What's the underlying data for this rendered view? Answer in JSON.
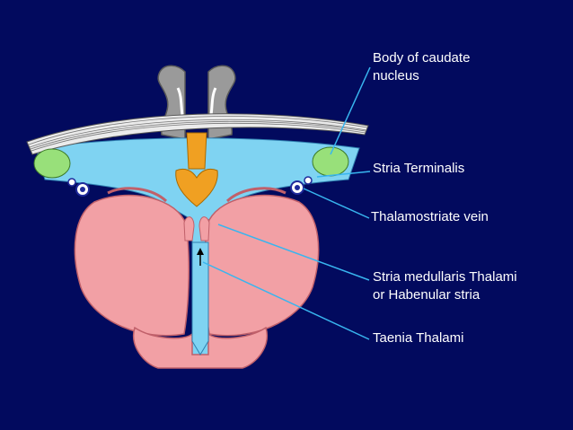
{
  "colors": {
    "background": "#020a5e",
    "thalamus": "#f2a0a5",
    "ventricle": "#7fd3f2",
    "caudate": "#98e07a",
    "fornix": "#f0a022",
    "callosum": "#ebebeb",
    "vein": "#1f2a9b",
    "leader_line": "#38b5ef",
    "label_text": "#ffffff"
  },
  "labels": {
    "caudate_line1": "Body of caudate",
    "caudate_line2": "nucleus",
    "stria_terminalis": "Stria Terminalis",
    "thalamostriate_vein": "Thalamostriate vein",
    "medullaris_line1": "Stria medullaris Thalami",
    "medullaris_line2": "or Habenular stria",
    "taenia": "Taenia Thalami"
  }
}
